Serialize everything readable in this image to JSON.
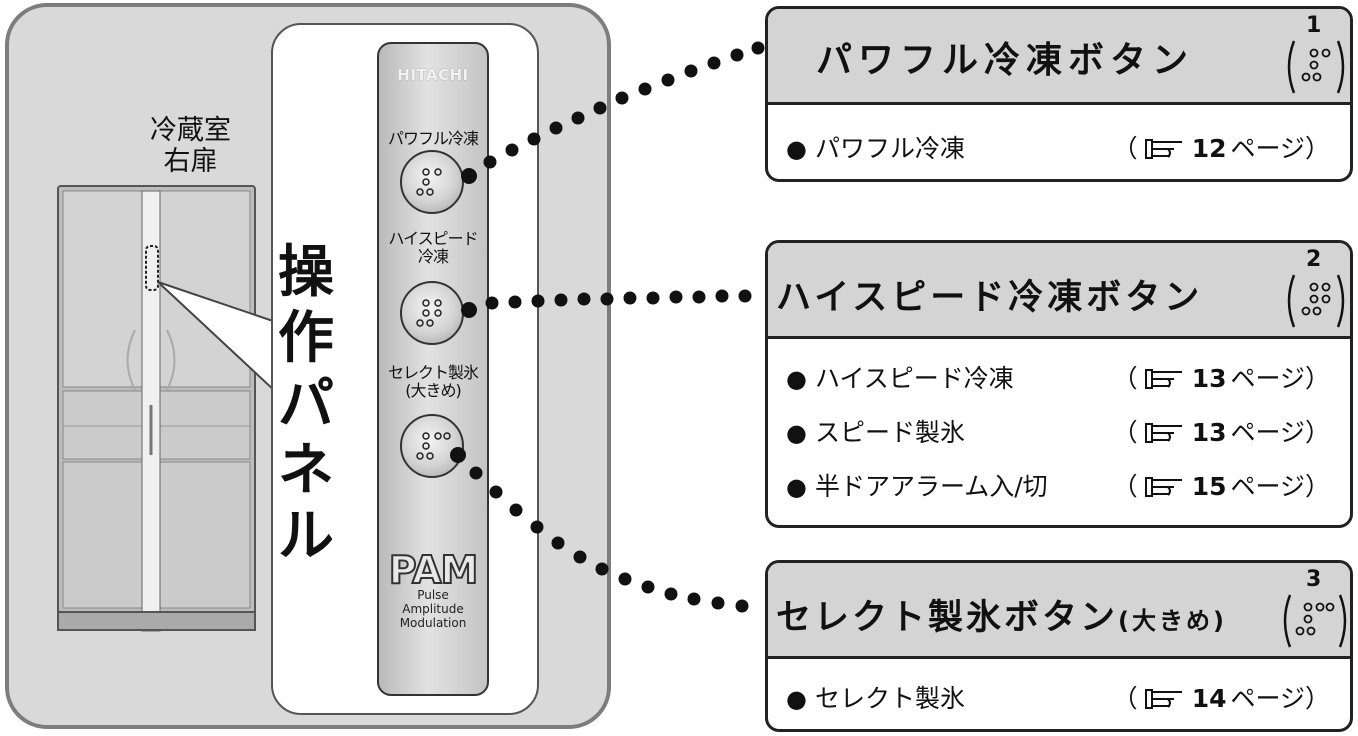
{
  "fridge_label": [
    "冷蔵室",
    "右扉"
  ],
  "panel_title": [
    "操",
    "作",
    "パ",
    "ネ",
    "ル"
  ],
  "panel": {
    "brand": "HITACHI",
    "button_labels": [
      [
        "パワフル冷凍"
      ],
      [
        "ハイスピード",
        "冷凍"
      ],
      [
        "セレクト製氷",
        "(大きめ)"
      ]
    ],
    "logo": "PAM",
    "logo_sub": [
      "Pulse",
      "Amplitude",
      "Modulation"
    ]
  },
  "callouts": [
    {
      "number": "1",
      "title": "パワフル冷凍ボタン",
      "title_small": "",
      "items": [
        {
          "label": "パワフル冷凍",
          "ref_open": "（",
          "page": "12",
          "ref_suffix": "ページ）"
        }
      ]
    },
    {
      "number": "2",
      "title": "ハイスピード冷凍ボタン",
      "title_small": "",
      "items": [
        {
          "label": "ハイスピード冷凍",
          "ref_open": "（",
          "page": "13",
          "ref_suffix": "ページ）"
        },
        {
          "label": "スピード製氷",
          "ref_open": "（",
          "page": "13",
          "ref_suffix": "ページ）"
        },
        {
          "label": "半ドアアラーム入/切",
          "ref_open": "（",
          "page": "15",
          "ref_suffix": "ページ）"
        }
      ]
    },
    {
      "number": "3",
      "title": "セレクト製氷ボタン",
      "title_small": "(大きめ)",
      "items": [
        {
          "label": "セレクト製氷",
          "ref_open": "（",
          "page": "14",
          "ref_suffix": "ページ）"
        }
      ]
    }
  ],
  "bullet": "●"
}
